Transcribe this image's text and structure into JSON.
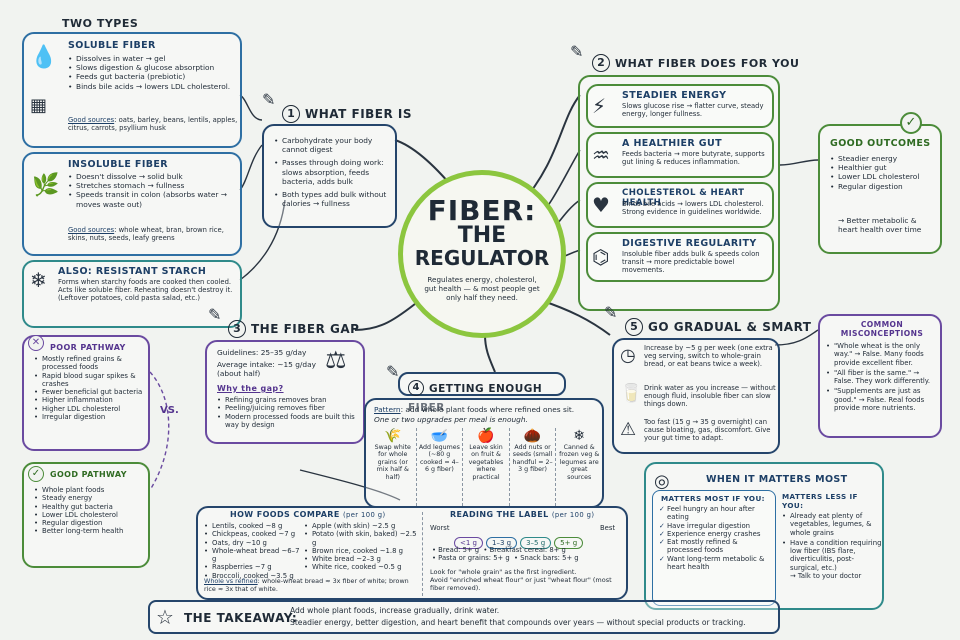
{
  "center": {
    "title1": "FIBER:",
    "title2": "THE",
    "title3": "REGULATOR",
    "subtitle": "Regulates energy, cholesterol, gut health — & most people get only half they need."
  },
  "two_types": {
    "title": "TWO TYPES",
    "soluble": {
      "title": "SOLUBLE FIBER",
      "items": [
        "Dissolves in water → gel",
        "Slows digestion & glucose absorption",
        "Feeds gut bacteria (prebiotic)",
        "Binds bile acids → lowers LDL cholesterol."
      ],
      "sources_label": "Good sources",
      "sources": ": oats, barley, beans, lentils, apples, citrus, carrots, psyllium husk"
    },
    "insoluble": {
      "title": "INSOLUBLE FIBER",
      "items": [
        "Doesn't dissolve → solid bulk",
        "Stretches stomach → fullness",
        "Speeds transit in colon (absorbs water → moves waste out)"
      ],
      "sources_label": "Good sources",
      "sources": ": whole wheat, bran, brown rice, skins, nuts, seeds, leafy greens"
    },
    "resistant": {
      "title": "ALSO: RESISTANT STARCH",
      "text": "Forms when starchy foods are cooked then cooled. Acts like soluble fiber. Reheating doesn't destroy it. (Leftover potatoes, cold pasta salad, etc.)"
    }
  },
  "what_fiber_is": {
    "num": "1",
    "title": "WHAT FIBER IS",
    "items": [
      "Carbohydrate your body cannot digest",
      "Passes through doing work: slows absorption, feeds bacteria, adds bulk",
      "Both types add bulk without calories → fullness"
    ]
  },
  "what_fiber_does": {
    "num": "2",
    "title": "WHAT FIBER DOES FOR YOU",
    "cards": [
      {
        "title": "STEADIER ENERGY",
        "text": "Slows glucose rise → flatter curve, steady energy, longer fullness."
      },
      {
        "title": "A HEALTHIER GUT",
        "text": "Feeds bacteria → more butyrate, supports gut lining & reduces inflammation."
      },
      {
        "title": "CHOLESTEROL & HEART HEALTH",
        "text": "Binds bile acids → lowers LDL cholesterol. Strong evidence in guidelines worldwide."
      },
      {
        "title": "DIGESTIVE REGULARITY",
        "text": "Insoluble fiber adds bulk & speeds colon transit → more predictable bowel movements."
      }
    ]
  },
  "good_outcomes": {
    "title": "GOOD OUTCOMES",
    "items": [
      "Steadier energy",
      "Healthier gut",
      "Lower LDL cholesterol",
      "Regular digestion"
    ],
    "conclusion": "→ Better metabolic & heart health over time"
  },
  "fiber_gap": {
    "num": "3",
    "title": "THE FIBER GAP",
    "guidelines": "Guidelines: 25–35 g/day",
    "average": "Average intake: ~15 g/day (about half)",
    "why": "Why the gap?",
    "items": [
      "Refining grains removes bran",
      "Peeling/juicing removes fiber",
      "Modern processed foods are built this way by design"
    ]
  },
  "gradual": {
    "num": "5",
    "title": "GO GRADUAL & SMART",
    "tips": [
      "Increase by ~5 g per week (one extra veg serving, switch to whole-grain bread, or eat beans twice a week).",
      "Drink water as you increase — without enough fluid, insoluble fiber can slow things down.",
      "Too fast (15 g → 35 g overnight) can cause bloating, gas, discomfort. Give your gut time to adapt."
    ]
  },
  "misconceptions": {
    "title": "COMMON MISCONCEPTIONS",
    "items": [
      "\"Whole wheat is the only way.\" → False. Many foods provide excellent fiber.",
      "\"All fiber is the same.\" → False. They work differently.",
      "\"Supplements are just as good.\" → False. Real foods provide more nutrients."
    ]
  },
  "pathways": {
    "poor_title": "POOR PATHWAY",
    "poor": [
      "Mostly refined grains & processed foods",
      "Rapid blood sugar spikes & crashes",
      "Fewer beneficial gut bacteria",
      "Higher inflammation",
      "Higher LDL cholesterol",
      "Irregular digestion"
    ],
    "vs": "VS.",
    "good_title": "GOOD PATHWAY",
    "good": [
      "Whole plant foods",
      "Steady energy",
      "Healthy gut bacteria",
      "Lower LDL cholesterol",
      "Regular digestion",
      "Better long-term health"
    ]
  },
  "getting_enough": {
    "num": "4",
    "title": "GETTING ENOUGH FIBER",
    "pattern_label": "Pattern",
    "pattern": ": add whole plant foods where refined ones sit.",
    "pattern2": "One or two upgrades per meal is enough.",
    "swaps": [
      "Swap white for whole grains (or mix half & half)",
      "Add legumes (~80 g cooked = 4–6 g fiber)",
      "Leave skin on fruit & vegetables where practical",
      "Add nuts or seeds (small handful = 2–3 g fiber)",
      "Canned & frozen veg & legumes are great sources"
    ]
  },
  "compare": {
    "title": "HOW FOODS COMPARE",
    "unit": "(per 100 g)",
    "left": [
      "Lentils, cooked ~8 g",
      "Chickpeas, cooked ~7 g",
      "Oats, dry ~10 g",
      "Whole-wheat bread ~6–7 g",
      "Raspberries ~7 g",
      "Broccoli, cooked ~3.5 g"
    ],
    "right": [
      "Apple (with skin) ~2.5 g",
      "Potato (with skin, baked) ~2.5 g",
      "Brown rice, cooked ~1.8 g",
      "White bread ~2–3 g",
      "White rice, cooked ~0.5 g"
    ],
    "note_label": "Whole vs refined",
    "note": ": whole-wheat bread ≈ 3x fiber of white; brown rice ≈ 3x that of white."
  },
  "label": {
    "title": "READING THE LABEL",
    "unit": "(per 100 g)",
    "worst": "Worst",
    "best": "Best",
    "scale": [
      "<1 g",
      "1–3 g",
      "3–5 g",
      "5+ g"
    ],
    "ex1": "Bread: 5+ g",
    "ex2": "Breakfast cereal: 8+ g",
    "ex3": "Pasta or grains: 5+ g",
    "ex4": "Snack bars: 5+ g",
    "tip1": "Look for \"whole grain\" as the first ingredient.",
    "tip2": "Avoid \"enriched wheat flour\" or just \"wheat flour\" (most fiber removed)."
  },
  "matters": {
    "title": "WHEN IT MATTERS MOST",
    "most_title": "MATTERS MOST IF YOU:",
    "most": [
      "Feel hungry an hour after eating",
      "Have irregular digestion",
      "Experience energy crashes",
      "Eat mostly refined & processed foods",
      "Want long-term metabolic & heart health"
    ],
    "less_title": "MATTERS LESS IF YOU:",
    "less": [
      "Already eat plenty of vegetables, legumes, & whole grains",
      "Have a condition requiring low fiber (IBS flare, diverticulitis, post-surgical, etc.)"
    ],
    "less_note": "→ Talk to your doctor"
  },
  "takeaway": {
    "title": "THE TAKEAWAY:",
    "line1": "Add whole plant foods, increase gradually, drink water.",
    "line2": "Steadier energy, better digestion, and heart benefit that compounds over years — without special products or tracking."
  },
  "colors": {
    "blue": "#2e6fa3",
    "green": "#4c8c3a",
    "purple": "#6a4aa0",
    "center_ring": "#8cc63f"
  }
}
